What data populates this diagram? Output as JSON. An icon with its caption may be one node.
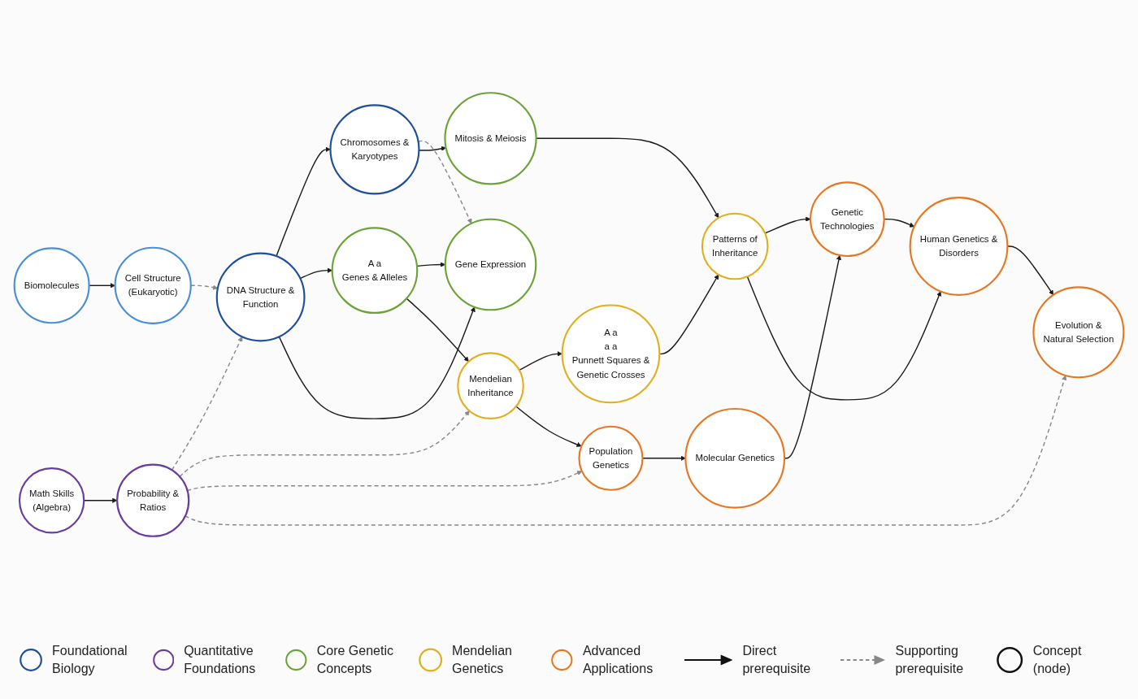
{
  "diagram": {
    "nodes": [
      {
        "text": [
          "Biomolecules"
        ]
      },
      {
        "text": [
          "Cell Structure (Eukaryotic)"
        ]
      },
      {
        "text": [
          "DNA Structure & Function"
        ]
      },
      {
        "text": [
          "Chromosomes & Karyotypes"
        ]
      },
      {
        "text": [
          "A a",
          "Genes & Alleles"
        ]
      },
      {
        "text": [
          "Gene Expression"
        ]
      },
      {
        "text": [
          "Mitosis & Meiosis"
        ]
      },
      {
        "text": [
          "Math Skills (Algebra)"
        ]
      },
      {
        "text": [
          "Probability & Ratios"
        ]
      },
      {
        "text": [
          "Mendelian Inheritance"
        ]
      },
      {
        "text": [
          "A a",
          "a a",
          "Punnett Squares & Genetic Crosses"
        ]
      },
      {
        "text": [
          "Patterns of Inheritance"
        ]
      },
      {
        "text": [
          "Population Genetics"
        ]
      },
      {
        "text": [
          "Molecular Genetics"
        ]
      },
      {
        "text": [
          "Genetic Technologies"
        ]
      },
      {
        "text": [
          "Human Genetics & Disorders"
        ]
      },
      {
        "text": [
          "Evolution & Natural Selection"
        ]
      }
    ],
    "edges": [
      {
        "from": 0,
        "to": 1,
        "arrow": "to"
      },
      {
        "from": 1,
        "to": 2,
        "arrow": "to",
        "style": "dashed",
        "color": "#888888"
      },
      {
        "from": 8,
        "to": 2,
        "arrow": "to",
        "style": "dashed",
        "color": "#888888"
      },
      {
        "from": 2,
        "to": 3,
        "arrow": "to"
      },
      {
        "from": 2,
        "to": 4,
        "arrow": "to"
      },
      {
        "from": 2,
        "to": 5,
        "arrow": "to"
      },
      {
        "from": 3,
        "to": 5,
        "arrow": "to",
        "style": "dashed",
        "color": "#888888"
      },
      {
        "from": 3,
        "to": 6,
        "arrow": "to"
      },
      {
        "from": 4,
        "to": 5,
        "arrow": "to"
      },
      {
        "from": 4,
        "to": 9,
        "arrow": "to"
      },
      {
        "from": 6,
        "to": 11,
        "arrow": "to"
      },
      {
        "from": 7,
        "to": 8,
        "arrow": "to"
      },
      {
        "from": 8,
        "to": 9,
        "arrow": "to",
        "style": "dashed",
        "color": "#888888"
      },
      {
        "from": 8,
        "to": 12,
        "arrow": "to",
        "style": "dashed",
        "color": "#888888"
      },
      {
        "from": 8,
        "to": 16,
        "arrow": "to",
        "style": "dashed",
        "color": "#888888"
      },
      {
        "from": 9,
        "to": 10,
        "arrow": "to"
      },
      {
        "from": 9,
        "to": 12,
        "arrow": "to"
      },
      {
        "from": 10,
        "to": 11,
        "arrow": "to"
      },
      {
        "from": 11,
        "to": 14,
        "arrow": "to"
      },
      {
        "from": 11,
        "to": 15,
        "arrow": "to"
      },
      {
        "from": 12,
        "to": 13,
        "arrow": "to"
      },
      {
        "from": 13,
        "to": 14,
        "arrow": "to"
      },
      {
        "from": 14,
        "to": 15,
        "arrow": "to"
      },
      {
        "from": 15,
        "to": 16,
        "arrow": "to"
      }
    ],
    "legend": [
      {
        "text": "Foundational Biology",
        "color": "#1f4e9c"
      },
      {
        "text": "Quantitative Foundations",
        "color": "#6a3d9a"
      },
      {
        "text": "Core Genetic Concepts",
        "color": "#6aa338"
      },
      {
        "text": "Mendelian Genetics",
        "color": "#e0b020"
      },
      {
        "text": "Advanced Applications",
        "color": "#e87722"
      },
      {
        "text": "Direct prerequisite"
      },
      {
        "text": "Supporting prerequisite"
      },
      {
        "text": "Concept (node)"
      }
    ]
  }
}
